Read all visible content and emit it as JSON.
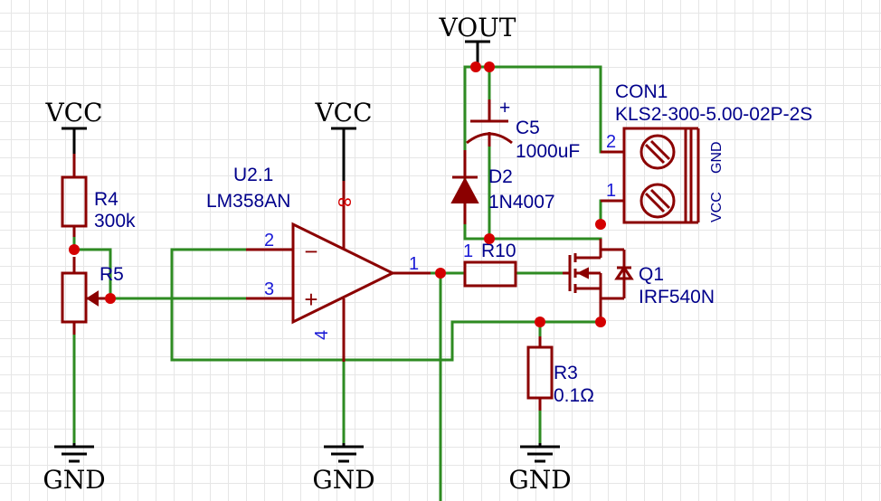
{
  "net_labels": {
    "vcc_left": "VCC",
    "vcc_opamp": "VCC",
    "vout": "VOUT",
    "gnd_left": "GND",
    "gnd_opamp": "GND",
    "gnd_r3": "GND"
  },
  "components": {
    "r4": {
      "ref": "R4",
      "value": "300k"
    },
    "r5": {
      "ref": "R5"
    },
    "u2": {
      "ref": "U2.1",
      "value": "LM358AN"
    },
    "c5": {
      "ref": "C5",
      "value": "1000uF",
      "polarity": "+"
    },
    "d2": {
      "ref": "D2",
      "value": "1N4007"
    },
    "con1": {
      "ref": "CON1",
      "value": "KLS2-300-5.00-02P-2S",
      "pin_labels": [
        "GND",
        "VCC"
      ]
    },
    "r10": {
      "ref": "R10"
    },
    "q1": {
      "ref": "Q1",
      "value": "IRF540N"
    },
    "r3": {
      "ref": "R3",
      "value": "0.1Ω"
    }
  },
  "pin_numbers": {
    "opamp_inv": "2",
    "opamp_noninv": "3",
    "opamp_out": "1",
    "opamp_vcc": "8",
    "opamp_gnd": "4",
    "r10_pin1": "1",
    "con1_pin2": "2",
    "con1_pin1": "1"
  },
  "opamp_signs": {
    "minus": "−",
    "plus": "+"
  },
  "colors": {
    "wire": "#2e8b22",
    "symbol": "#8b0000",
    "junction": "#d40000",
    "designator": "#00008b",
    "pin_number": "#1a1ad6"
  }
}
